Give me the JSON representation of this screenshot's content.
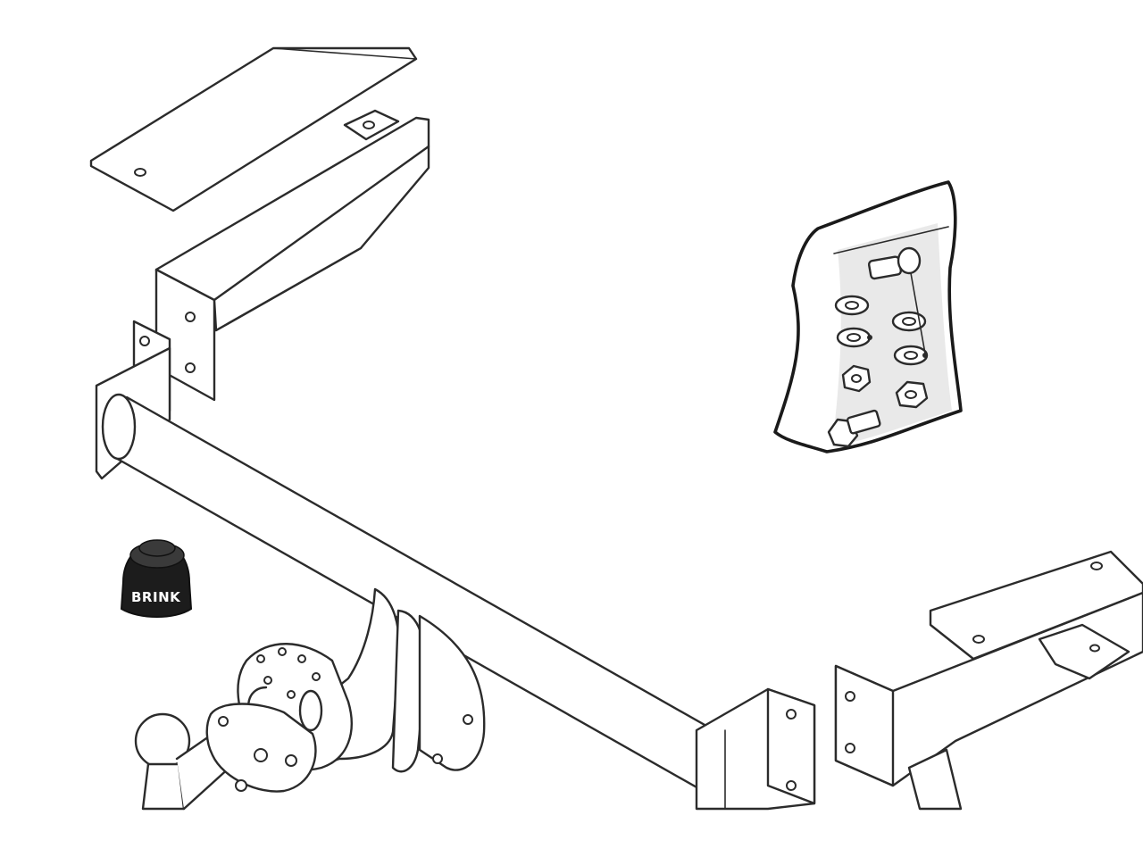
{
  "illustration": {
    "cap_brand": "BRINK",
    "colors": {
      "line": "#2b2b2b",
      "cap": "#1c1c1c",
      "background": "#ffffff",
      "bag_shade": "#e9e9e9"
    },
    "parts": [
      "left-mounting-plate",
      "left-bracket",
      "tow-bar-tube",
      "right-mounting-bracket",
      "right-mounting-plate",
      "ball-coupling",
      "socket-mounting-plate",
      "tow-ball-cap",
      "fastener-kit-bag"
    ]
  }
}
